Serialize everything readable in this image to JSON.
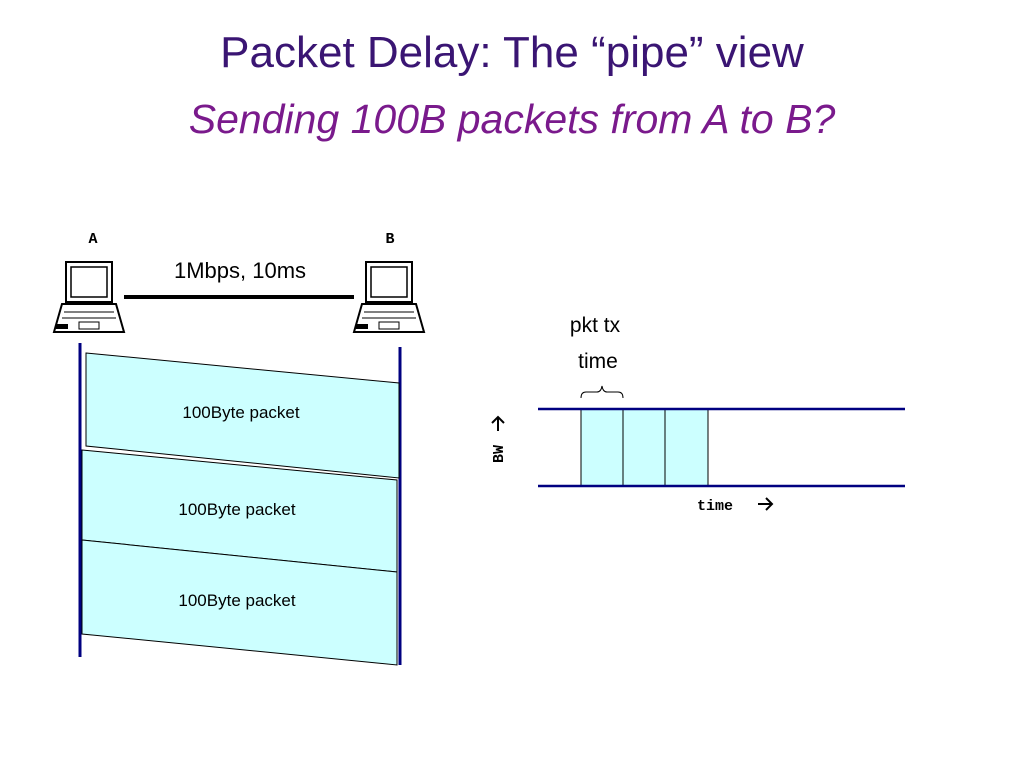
{
  "title": "Packet Delay: The “pipe” view",
  "subtitle": "Sending 100B packets from A to B?",
  "hosts": {
    "a_label": "A",
    "b_label": "B"
  },
  "link_label": "1Mbps, 10ms",
  "packets": [
    {
      "label": "100Byte packet"
    },
    {
      "label": "100Byte packet"
    },
    {
      "label": "100Byte packet"
    }
  ],
  "pipe": {
    "tx_label_line1": "pkt tx",
    "tx_label_line2": "time",
    "y_axis_label": "BW",
    "x_axis_label": "time",
    "arrow_icon": "right-arrow-icon"
  },
  "colors": {
    "title": "#3a1573",
    "subtitle": "#7a1a8c",
    "packet_fill": "#ccffff",
    "pipe_line": "#000080"
  }
}
